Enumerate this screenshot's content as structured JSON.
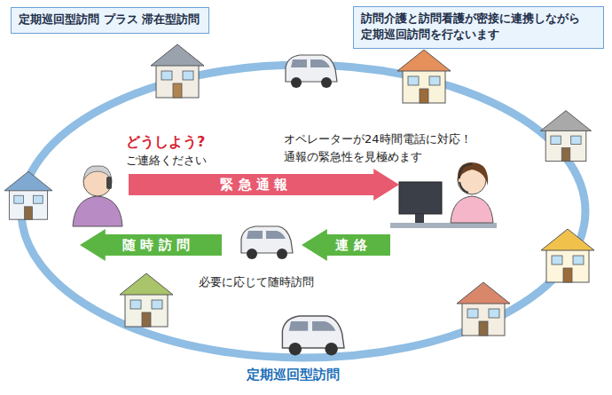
{
  "diagram": {
    "nodes": [
      {
        "text": [
          "定期巡回型訪問 プラス 滞在型訪問"
        ]
      },
      {
        "text": [
          "訪問介護と訪問看護が密接に連携しながら 定期巡回訪問を行ないます"
        ]
      },
      {
        "text": [
          "緊急通報"
        ]
      },
      {
        "text": [
          "連絡"
        ]
      },
      {
        "text": [
          "随時訪問"
        ]
      }
    ],
    "labels": [
      "どうしよう?",
      "ご連絡ください",
      "オペレーターが24時間電話に対応！",
      "通報の緊急性を見極めます",
      "必要に応じて随時訪問",
      "定期巡回型訪問"
    ]
  }
}
